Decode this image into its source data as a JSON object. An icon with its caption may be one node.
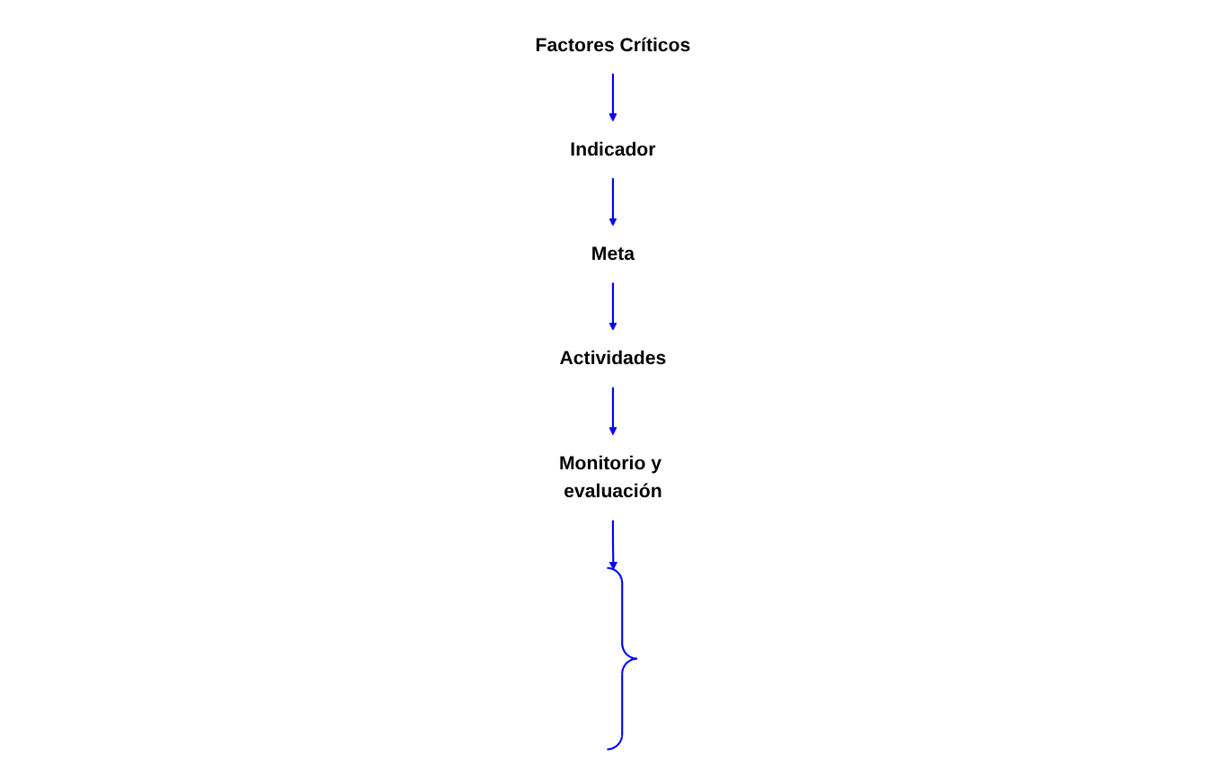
{
  "diagram": {
    "nodes": [
      {
        "text": [
          "Factores Críticos"
        ]
      },
      {
        "text": [
          "Indicador"
        ]
      },
      {
        "text": [
          "Meta"
        ]
      },
      {
        "text": [
          "Actividades"
        ]
      },
      {
        "text": [
          "Monitorio y evaluación"
        ]
      },
      {
        "text": [],
        "shape": "brace"
      }
    ],
    "edges": [
      {
        "from": 0,
        "to": 1,
        "arrow": "to"
      },
      {
        "from": 1,
        "to": 2,
        "arrow": "to"
      },
      {
        "from": 2,
        "to": 3,
        "arrow": "to"
      },
      {
        "from": 3,
        "to": 4,
        "arrow": "to"
      },
      {
        "from": 4,
        "to": 5,
        "arrow": "to"
      }
    ]
  }
}
